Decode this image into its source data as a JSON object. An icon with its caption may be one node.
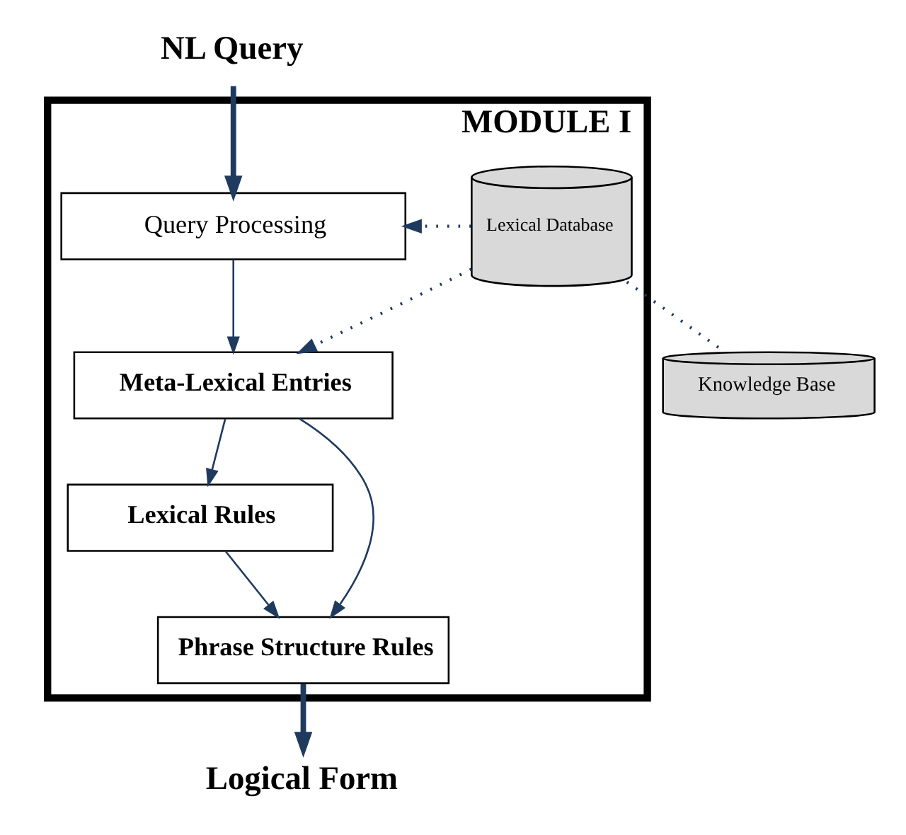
{
  "diagram": {
    "nodes": [
      {
        "text": [
          "MODULE I"
        ]
      },
      {
        "text": [
          "NL Query"
        ]
      },
      {
        "text": [
          "Query Processing"
        ],
        "in": 0
      },
      {
        "text": [
          "Lexical Database"
        ],
        "in": 0
      },
      {
        "text": [
          "Meta-Lexical Entries"
        ],
        "in": 0
      },
      {
        "text": [
          "Lexical Rules"
        ],
        "in": 0
      },
      {
        "text": [
          "Phrase Structure Rules"
        ],
        "in": 0
      },
      {
        "text": [
          "Logical Form"
        ]
      },
      {
        "text": [
          "Knowledge Base"
        ]
      }
    ],
    "edges": [
      {
        "from": 1,
        "to": 2,
        "arrow": "to",
        "style": "thick"
      },
      {
        "from": 3,
        "to": 2,
        "arrow": "to",
        "style": "dashed"
      },
      {
        "from": 2,
        "to": 4,
        "arrow": "to"
      },
      {
        "from": 3,
        "to": 4,
        "arrow": "to",
        "style": "dashed"
      },
      {
        "from": 4,
        "to": 5,
        "arrow": "to"
      },
      {
        "from": 4,
        "to": 6,
        "arrow": "to"
      },
      {
        "from": 5,
        "to": 6,
        "arrow": "to"
      },
      {
        "from": 6,
        "to": 7,
        "arrow": "to",
        "style": "thick"
      },
      {
        "from": 3,
        "to": 8,
        "arrow": "none",
        "style": "dashed"
      }
    ]
  }
}
